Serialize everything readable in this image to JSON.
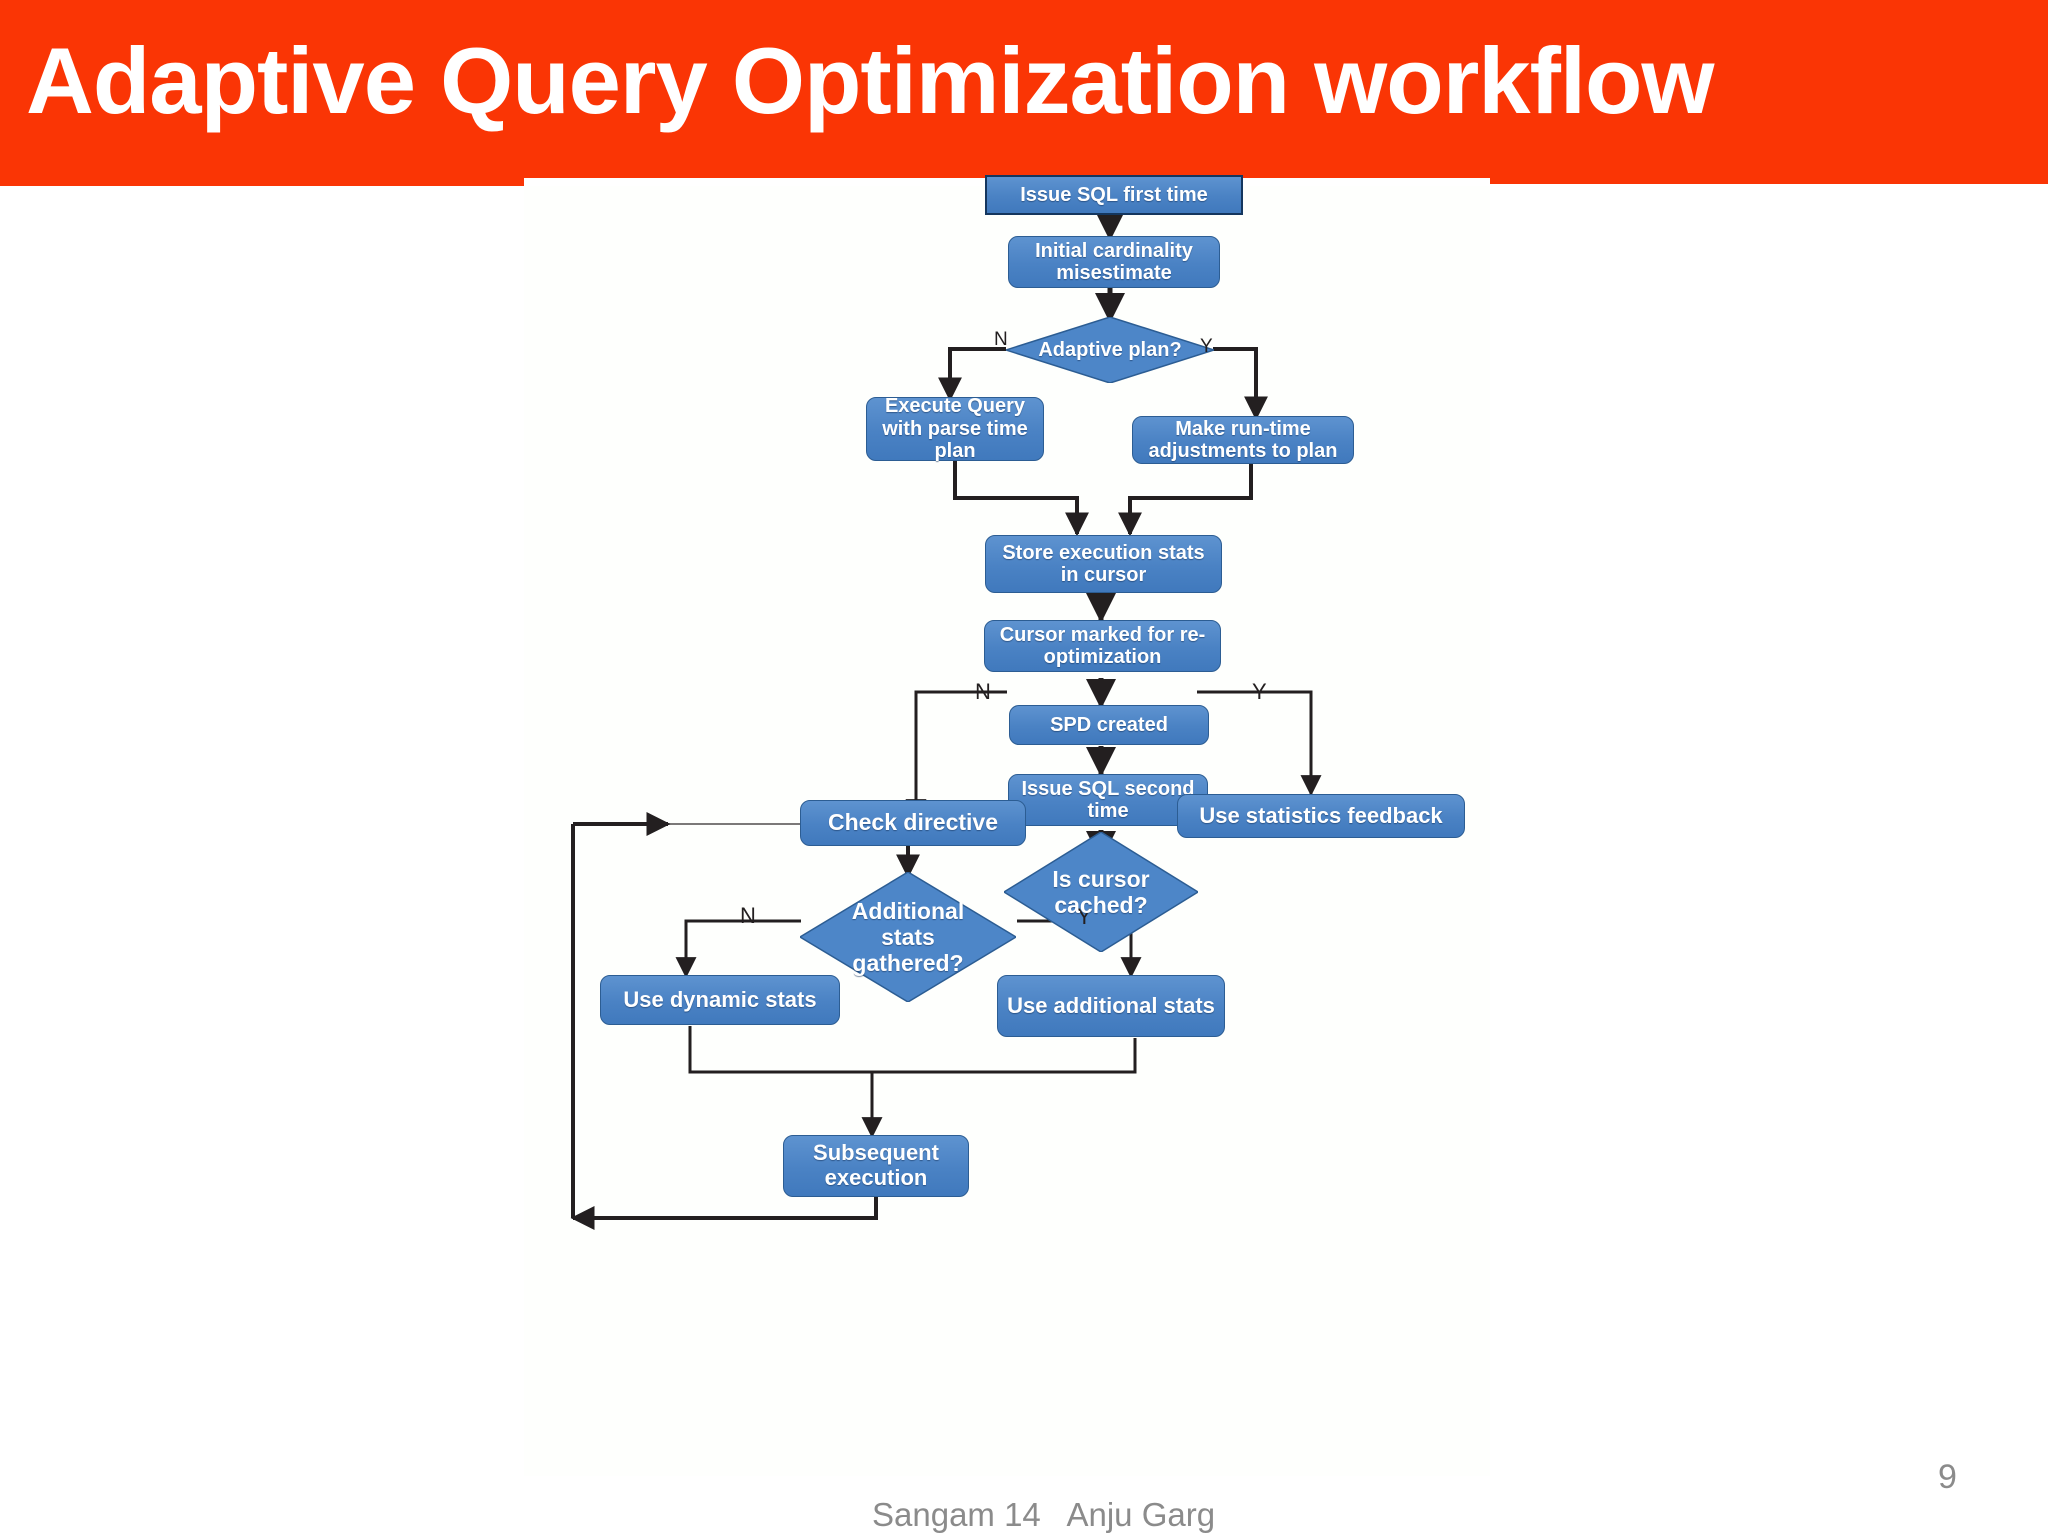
{
  "header": {
    "title": "Adaptive Query Optimization workflow",
    "banner_color": "#fa3505",
    "title_color": "#ffffff"
  },
  "footer": {
    "credit": "Sangam 14   Anju Garg",
    "page_number": "9",
    "text_color": "#8b8b8b"
  },
  "theme": {
    "node_fill": "#4d86c8",
    "node_border": "#2c5d93",
    "node_text": "#ffffff",
    "connector_color": "#231f20",
    "canvas_background": "#ffffff"
  },
  "chart_data": {
    "type": "diagram",
    "diagram_kind": "flowchart",
    "title": "Adaptive Query Optimization workflow",
    "nodes": [
      {
        "id": "issue_sql_first",
        "shape": "rectangle",
        "label": "Issue SQL first time"
      },
      {
        "id": "initial_card",
        "shape": "rounded-rectangle",
        "label": "Initial cardinality misestimate"
      },
      {
        "id": "adaptive_plan",
        "shape": "diamond",
        "label": "Adaptive plan?"
      },
      {
        "id": "execute_parse",
        "shape": "rounded-rectangle",
        "label": "Execute Query with parse time plan"
      },
      {
        "id": "make_runtime",
        "shape": "rounded-rectangle",
        "label": "Make run-time adjustments to plan"
      },
      {
        "id": "store_stats",
        "shape": "rounded-rectangle",
        "label": "Store execution stats in cursor"
      },
      {
        "id": "cursor_marked",
        "shape": "rounded-rectangle",
        "label": "Cursor marked for re-optimization"
      },
      {
        "id": "spd_created",
        "shape": "rounded-rectangle",
        "label": "SPD created"
      },
      {
        "id": "issue_sql_second",
        "shape": "rounded-rectangle",
        "label": "Issue SQL second time"
      },
      {
        "id": "cursor_cached",
        "shape": "diamond",
        "label": "Is cursor cached?"
      },
      {
        "id": "stats_feedback",
        "shape": "rounded-rectangle",
        "label": "Use statistics feedback"
      },
      {
        "id": "check_directive",
        "shape": "rounded-rectangle",
        "label": "Check directive"
      },
      {
        "id": "addl_stats",
        "shape": "diamond",
        "label": "Additional stats gathered?"
      },
      {
        "id": "dynamic_stats",
        "shape": "rounded-rectangle",
        "label": "Use dynamic stats"
      },
      {
        "id": "additional_stats",
        "shape": "rounded-rectangle",
        "label": "Use additional stats"
      },
      {
        "id": "subsequent_exec",
        "shape": "rounded-rectangle",
        "label": "Subsequent execution"
      }
    ],
    "edges": [
      {
        "from": "issue_sql_first",
        "to": "initial_card",
        "label": ""
      },
      {
        "from": "initial_card",
        "to": "adaptive_plan",
        "label": ""
      },
      {
        "from": "adaptive_plan",
        "to": "execute_parse",
        "label": "N"
      },
      {
        "from": "adaptive_plan",
        "to": "make_runtime",
        "label": "Y"
      },
      {
        "from": "execute_parse",
        "to": "store_stats",
        "label": ""
      },
      {
        "from": "make_runtime",
        "to": "store_stats",
        "label": ""
      },
      {
        "from": "store_stats",
        "to": "cursor_marked",
        "label": ""
      },
      {
        "from": "cursor_marked",
        "to": "spd_created",
        "label": ""
      },
      {
        "from": "spd_created",
        "to": "issue_sql_second",
        "label": ""
      },
      {
        "from": "issue_sql_second",
        "to": "cursor_cached",
        "label": ""
      },
      {
        "from": "cursor_cached",
        "to": "check_directive",
        "label": "N"
      },
      {
        "from": "cursor_cached",
        "to": "stats_feedback",
        "label": "Y"
      },
      {
        "from": "check_directive",
        "to": "addl_stats",
        "label": ""
      },
      {
        "from": "addl_stats",
        "to": "dynamic_stats",
        "label": "N"
      },
      {
        "from": "addl_stats",
        "to": "additional_stats",
        "label": "Y"
      },
      {
        "from": "dynamic_stats",
        "to": "subsequent_exec",
        "label": ""
      },
      {
        "from": "additional_stats",
        "to": "subsequent_exec",
        "label": ""
      },
      {
        "from": "subsequent_exec",
        "to": "check_directive",
        "label": ""
      }
    ],
    "branch_labels": [
      "N",
      "Y",
      "N",
      "Y",
      "N",
      "Y"
    ]
  },
  "diagram": {
    "n1": "Issue SQL first time",
    "n2": "Initial cardinality misestimate",
    "n3": "Adaptive plan?",
    "n4": "Execute Query with parse time plan",
    "n5": "Make run-time adjustments to plan",
    "n6": "Store execution stats in cursor",
    "n7": "Cursor marked for re-optimization",
    "n8": "SPD created",
    "n9": "Issue SQL second time",
    "n10": "Is cursor cached?",
    "n11": "Use statistics feedback",
    "n12": "Check directive",
    "n13": "Additional stats gathered?",
    "n14": "Use dynamic stats",
    "n15": "Use additional stats",
    "n16": "Subsequent execution",
    "lbl_n1": "N",
    "lbl_y1": "Y",
    "lbl_n2": "N",
    "lbl_y2": "Y",
    "lbl_n3": "N",
    "lbl_y3": "Y"
  }
}
